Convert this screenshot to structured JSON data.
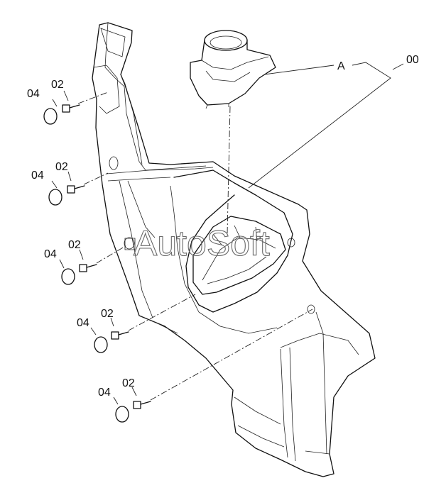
{
  "diagram": {
    "watermark": "AutoSoft",
    "labels": {
      "assembly": "00",
      "callout_a": "A",
      "screw": "02",
      "cap": "04"
    },
    "fastener_rows": 5
  }
}
